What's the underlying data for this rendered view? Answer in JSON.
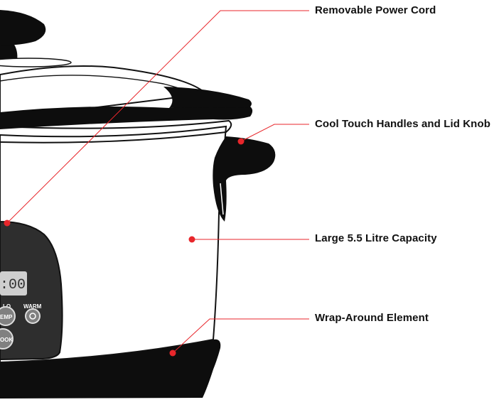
{
  "callouts": [
    {
      "label": "Removable Power Cord"
    },
    {
      "label": "Cool Touch Handles and Lid Knob"
    },
    {
      "label": "Large 5.5 Litre Capacity"
    },
    {
      "label": "Wrap-Around Element"
    }
  ],
  "control_panel": {
    "display": ":00",
    "label_lo": "LO",
    "label_warm": "WARM",
    "temp_button": "EMP",
    "cook_button": "OOK"
  },
  "colors": {
    "pointer_line": "#e8262b",
    "pointer_dot": "#e8262b",
    "outline": "#111111",
    "body_fill": "#ffffff",
    "lid_rim": "#0d0d0d",
    "panel_fill": "#2e2e2e",
    "display_fill": "#cfcfcf"
  }
}
